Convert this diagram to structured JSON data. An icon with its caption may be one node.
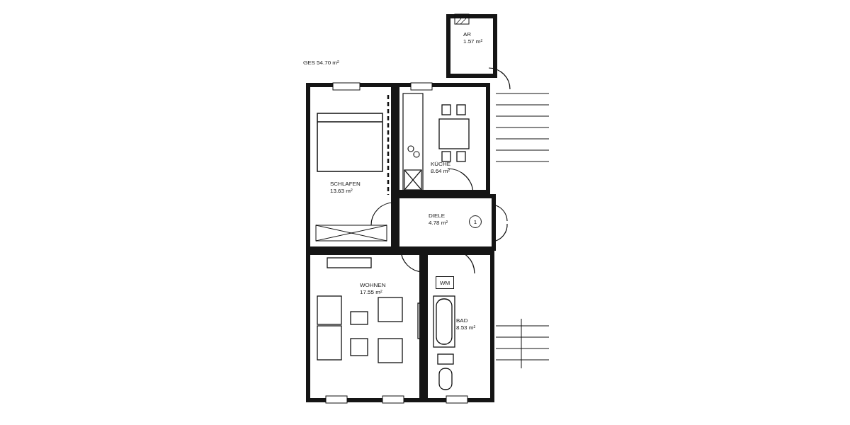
{
  "diagram": {
    "nodes": [
      {
        "text": [
          "AR",
          "1.57 m²"
        ]
      },
      {
        "text": [
          "KÜCHE",
          "8.64 m²"
        ]
      },
      {
        "text": [
          "SCHLAFEN",
          "13.63 m²"
        ]
      },
      {
        "text": [
          "DIELE",
          "4.78 m²"
        ]
      },
      {
        "text": [
          "1"
        ],
        "in": 3
      },
      {
        "text": [
          "WOHNEN",
          "17.55 m²"
        ]
      },
      {
        "text": [
          "BAD",
          "8.53 m²"
        ]
      },
      {
        "text": [
          "WM"
        ],
        "in": 6
      }
    ],
    "labels": [
      "GES 54.70 m²"
    ]
  }
}
